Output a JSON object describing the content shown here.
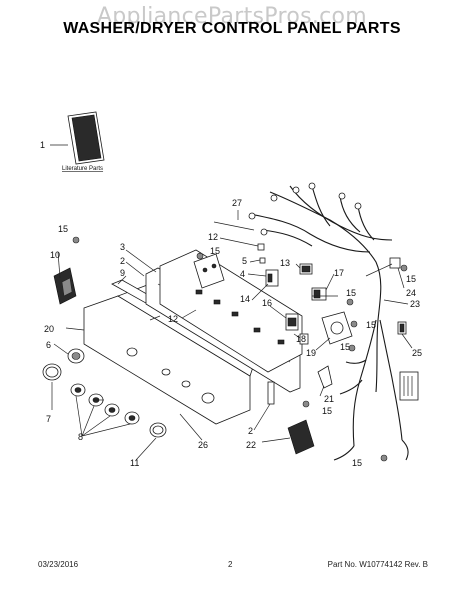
{
  "watermark": "AppliancePartsPros.com",
  "title": "WASHER/DRYER CONTROL PANEL PARTS",
  "literature_label": "Literature Parts",
  "callouts": {
    "c1": "1",
    "c2a": "2",
    "c2b": "2",
    "c3": "3",
    "c4": "4",
    "c5": "5",
    "c6": "6",
    "c7": "7",
    "c8": "8",
    "c9": "9",
    "c10": "10",
    "c11": "11",
    "c12a": "12",
    "c12b": "12",
    "c13": "13",
    "c14": "14",
    "c15a": "15",
    "c15b": "15",
    "c15c": "15",
    "c15d": "15",
    "c15e": "15",
    "c15f": "15",
    "c15g": "15",
    "c16": "16",
    "c17": "17",
    "c18": "18",
    "c19": "19",
    "c20": "20",
    "c21": "21",
    "c22": "22",
    "c23": "23",
    "c24": "24",
    "c25": "25",
    "c26": "26",
    "c27": "27"
  },
  "footer": {
    "date": "03/23/2016",
    "page": "2",
    "part_no": "Part No. W10774142  Rev. B"
  }
}
